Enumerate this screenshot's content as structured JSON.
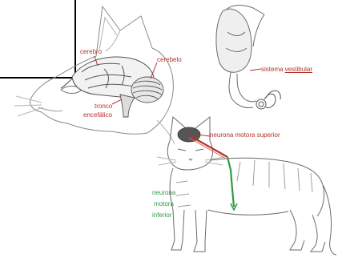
{
  "labels": {
    "cerebro": "cerebro",
    "cerebelo": "cerebelo",
    "tronco_line1": "tronco",
    "tronco_line2": "encefálico",
    "sistema_prefix": "sistema ",
    "sistema_vestibular": "vestibular",
    "neurona_motora_superior": "neurona motora superior",
    "nmi_line1": "neurona",
    "nmi_line2": "motora",
    "nmi_line3": "inferior"
  },
  "colors": {
    "label_red": "#b5322a",
    "label_green": "#2e9b47",
    "sketch": "#6b6b6b",
    "inset_border": "#000000"
  }
}
